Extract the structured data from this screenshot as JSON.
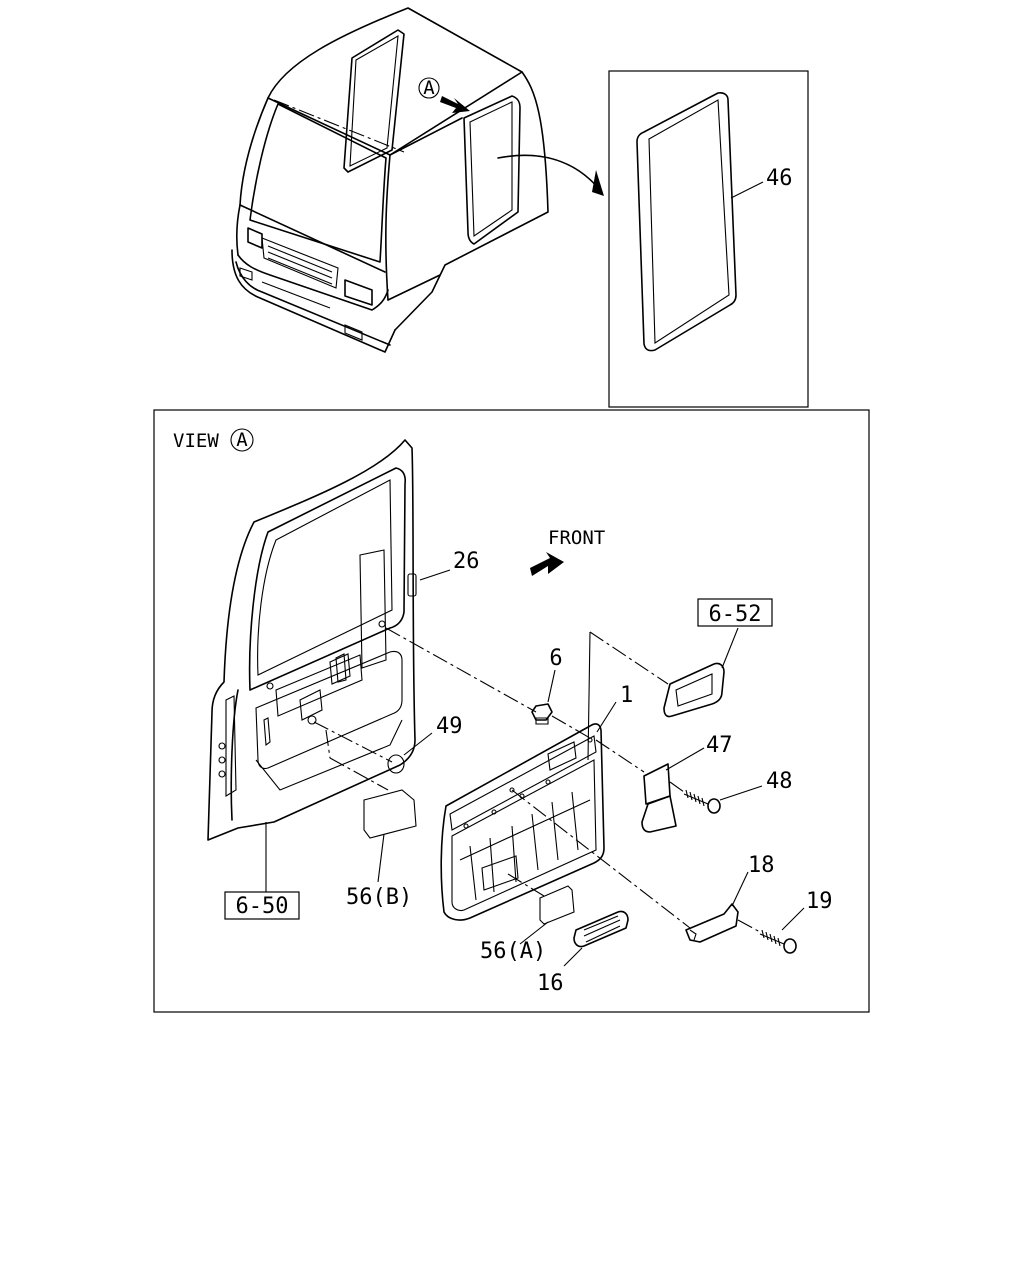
{
  "view_marker": "A",
  "view_label": "VIEW",
  "front_label": "FRONT",
  "parts": {
    "p1": "1",
    "p6": "6",
    "p16": "16",
    "p18": "18",
    "p19": "19",
    "p26": "26",
    "p46": "46",
    "p47": "47",
    "p48": "48",
    "p49": "49",
    "p56a": "56(A)",
    "p56b": "56(B)"
  },
  "references": {
    "r650": "6-50",
    "r652": "6-52"
  }
}
